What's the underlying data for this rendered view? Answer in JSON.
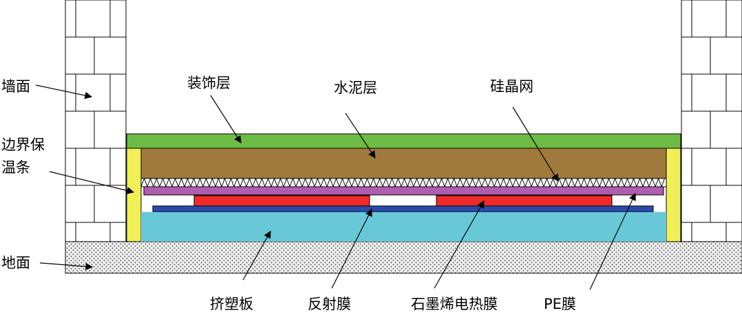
{
  "labels": {
    "wall": "墙面",
    "edge_insulation_line1": "边界保",
    "edge_insulation_line2": "温条",
    "ground": "地面",
    "decorative_layer": "装饰层",
    "cement_layer": "水泥层",
    "mesh": "硅晶网",
    "xps_board": "挤塑板",
    "reflective_film": "反射膜",
    "graphene_film": "石墨烯电热膜",
    "pe_film": "PE膜"
  },
  "colors": {
    "decorative_layer": "#6dbb45",
    "cement_layer": "#a07a3c",
    "edge_insulation": "#f0ef5a",
    "xps_board": "#68c8d8",
    "reflective_film": "#2a4aa8",
    "graphene_film": "#ee2a2a",
    "pe_film": "#b05cb0",
    "ground_fill": "#e6e6e6",
    "line": "#000000"
  }
}
